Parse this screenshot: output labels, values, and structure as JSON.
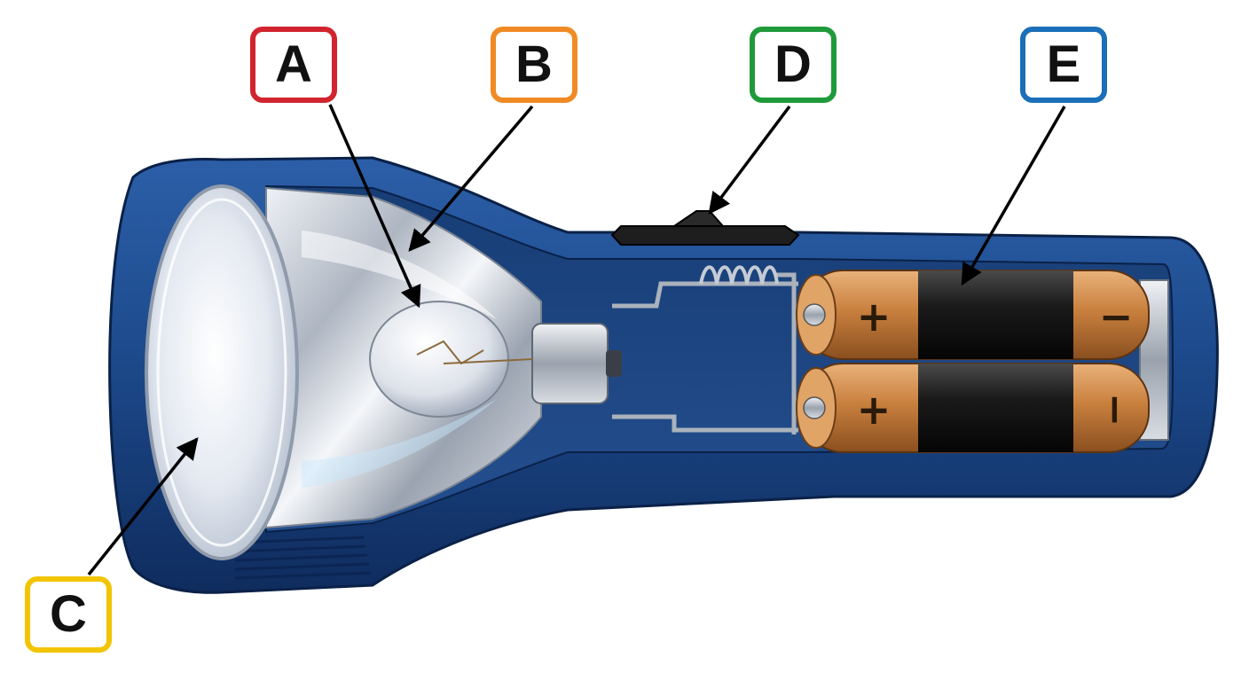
{
  "labels": {
    "a": {
      "text": "A",
      "color": "#d1242f"
    },
    "b": {
      "text": "B",
      "color": "#f08a24"
    },
    "c": {
      "text": "C",
      "color": "#f2c500"
    },
    "d": {
      "text": "D",
      "color": "#1f9a3a"
    },
    "e": {
      "text": "E",
      "color": "#1a6fb8"
    }
  },
  "battery_top": {
    "plus": "+",
    "minus": "−"
  },
  "battery_bottom": {
    "plus": "+",
    "minus": "−"
  },
  "colors": {
    "casing": "#1d4a8c",
    "casing_dark": "#0f2c5e",
    "battery_copper": "#c9803e",
    "battery_black": "#1a1a1a",
    "reflector": "#c9ced6"
  }
}
